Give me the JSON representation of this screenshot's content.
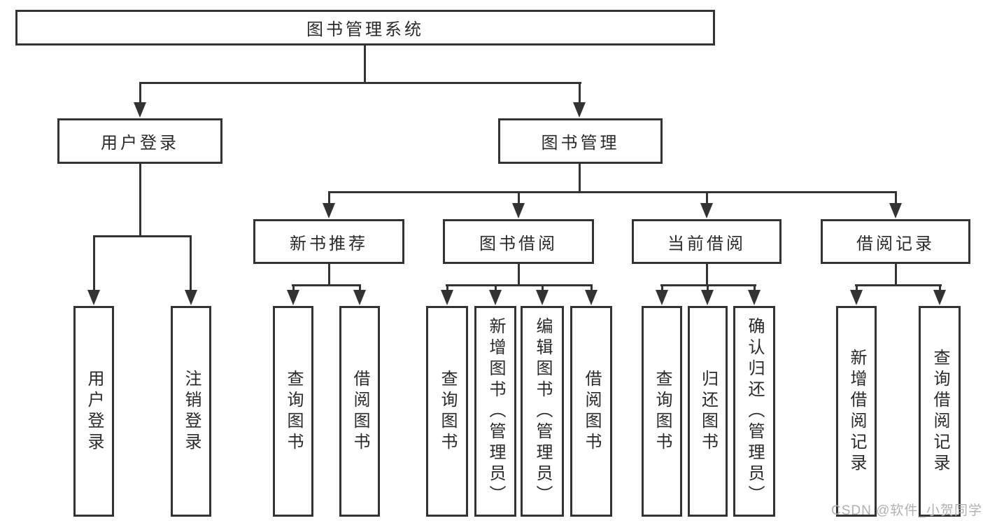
{
  "title": "图书管理系统",
  "level2": [
    "用户登录",
    "图书管理"
  ],
  "level3": [
    "新书推荐",
    "图书借阅",
    "当前借阅",
    "借阅记录"
  ],
  "leaves": {
    "login": [
      "用户登录",
      "注销登录"
    ],
    "recommend": [
      "查询图书",
      "借阅图书"
    ],
    "borrow": [
      "查询图书",
      "新增图书（管理员）",
      "编辑图书（管理员）",
      "借阅图书"
    ],
    "current": [
      "查询图书",
      "归还图书",
      "确认归还（管理员）"
    ],
    "records": [
      "新增借阅记录",
      "查询借阅记录"
    ]
  },
  "watermark": "CSDN @软件_小贺同学",
  "colors": {
    "line": "#333333",
    "text": "#2a2a2a",
    "watermark": "#b0b0b0",
    "background": "#ffffff"
  }
}
